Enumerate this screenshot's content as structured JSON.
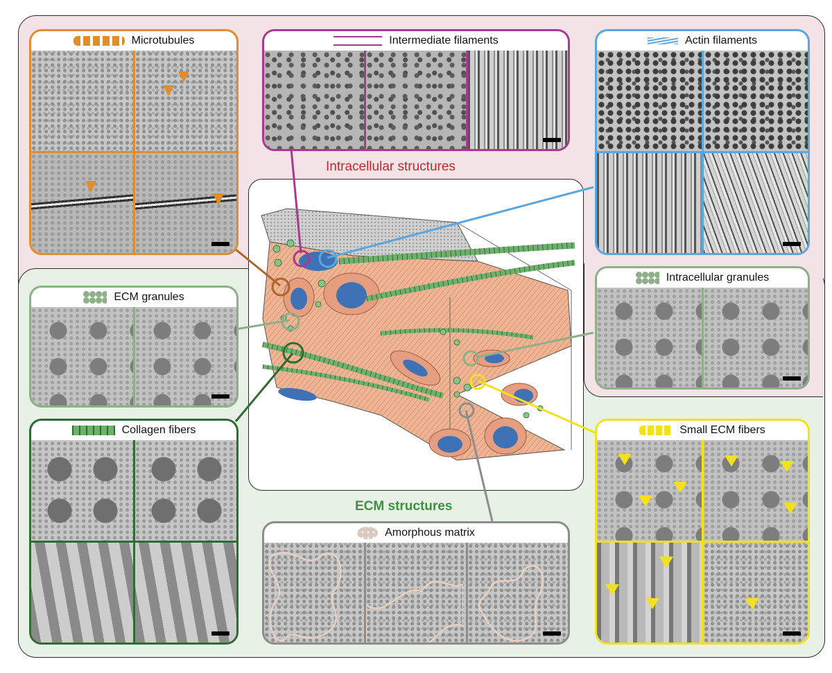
{
  "labels": {
    "intracellular": "Intracellular structures",
    "ecm": "ECM structures"
  },
  "colors": {
    "intracellular_bg": "#f3e3e6",
    "ecm_bg": "#e7f1e6",
    "microtubules": "#e08e2c",
    "intermediate": "#a83a8d",
    "actin": "#5aa7df",
    "intracellular_granules": "#8fae8a",
    "ecm_granules": "#8fae8a",
    "collagen": "#2f6b33",
    "amorphous": "#8d8d8d",
    "small_ecm": "#f3e11d",
    "intracellular_title": "#c0282d",
    "ecm_title": "#3d9140"
  },
  "panels": {
    "microtubules": {
      "title": "Microtubules"
    },
    "intermediate": {
      "title": "Intermediate filaments"
    },
    "actin": {
      "title": "Actin filaments"
    },
    "intracellular_granules": {
      "title": "Intracellular granules"
    },
    "ecm_granules": {
      "title": "ECM granules"
    },
    "collagen": {
      "title": "Collagen fibers"
    },
    "amorphous": {
      "title": "Amorphous matrix"
    },
    "small_ecm": {
      "title": "Small ECM fibers"
    }
  }
}
